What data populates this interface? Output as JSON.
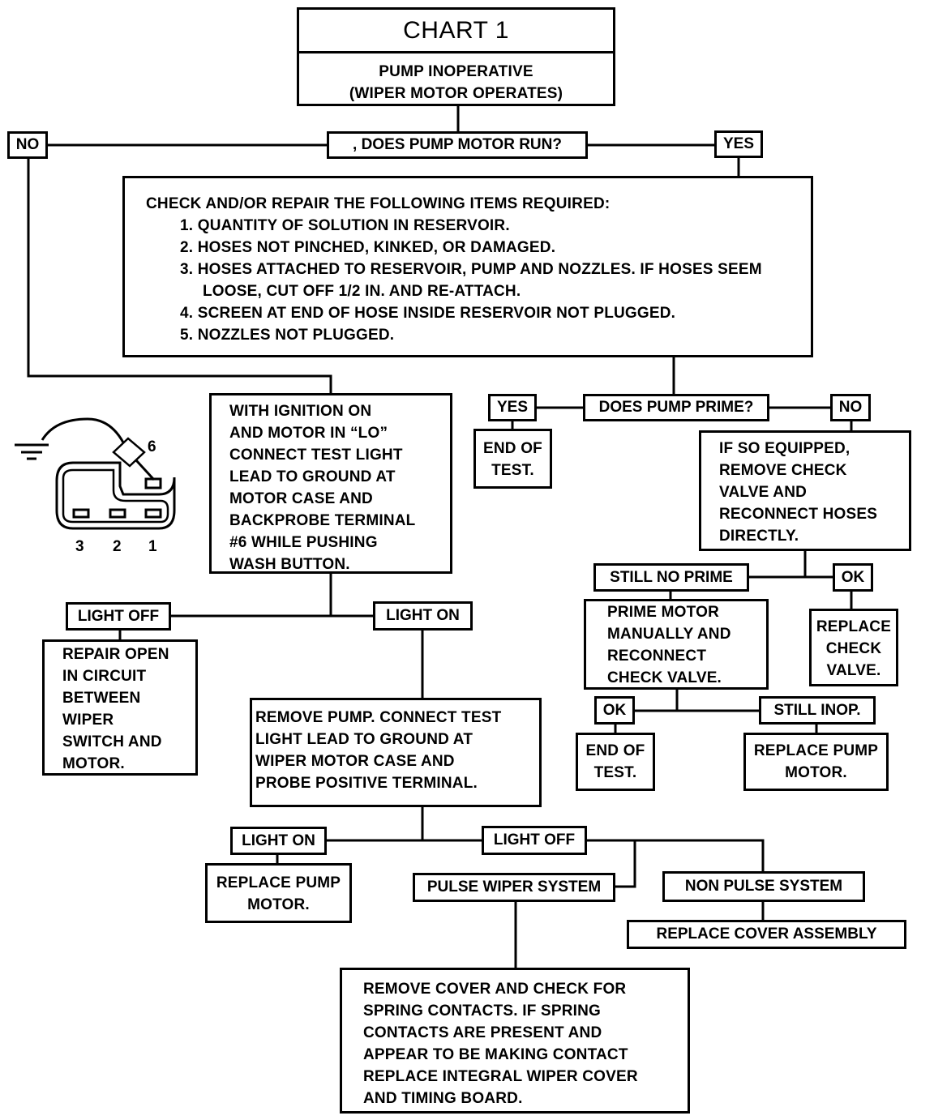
{
  "title": {
    "chart": "CHART 1",
    "line1": "PUMP INOPERATIVE",
    "line2": "(WIPER MOTOR OPERATES)"
  },
  "q1": {
    "question": ", DOES PUMP MOTOR RUN?",
    "no": "NO",
    "yes": "YES"
  },
  "check": {
    "heading": "CHECK AND/OR REPAIR THE FOLLOWING ITEMS REQUIRED:",
    "items": [
      "1. QUANTITY OF SOLUTION IN RESERVOIR.",
      "2. HOSES NOT PINCHED, KINKED, OR DAMAGED.",
      "3. HOSES ATTACHED TO RESERVOIR, PUMP AND NOZZLES. IF HOSES SEEM LOOSE, CUT OFF 1/2 IN. AND RE-ATTACH.",
      "4. SCREEN AT END OF HOSE INSIDE RESERVOIR NOT PLUGGED.",
      "5. NOZZLES NOT PLUGGED."
    ]
  },
  "ignition": {
    "lines": [
      "WITH IGNITION ON",
      "AND MOTOR IN “LO”",
      "CONNECT TEST LIGHT",
      "LEAD TO GROUND AT",
      "MOTOR CASE AND",
      "BACKPROBE TERMINAL",
      "#6 WHILE PUSHING",
      "WASH BUTTON."
    ]
  },
  "connector": {
    "top_terminal": "6",
    "bottom_terminals": [
      "3",
      "2",
      "1"
    ]
  },
  "q2": {
    "question": "DOES PUMP PRIME?",
    "yes": "YES",
    "no": "NO",
    "end_lines": [
      "END OF",
      "TEST."
    ]
  },
  "check_valve": {
    "lines": [
      "IF SO EQUIPPED,",
      "REMOVE CHECK",
      "VALVE AND",
      "RECONNECT HOSES",
      "DIRECTLY."
    ],
    "still_no_prime": "STILL NO PRIME",
    "ok": "OK",
    "replace_valve_lines": [
      "REPLACE",
      "CHECK",
      "VALVE."
    ]
  },
  "prime": {
    "lines": [
      "PRIME MOTOR",
      "MANUALLY AND",
      "RECONNECT",
      "CHECK VALVE."
    ],
    "ok": "OK",
    "still_inop": "STILL INOP.",
    "end_lines": [
      "END OF",
      "TEST."
    ],
    "replace_lines": [
      "REPLACE PUMP",
      "MOTOR."
    ]
  },
  "light_test": {
    "off": "LIGHT OFF",
    "on": "LIGHT ON",
    "repair_lines": [
      "REPAIR OPEN",
      "IN CIRCUIT",
      "BETWEEN",
      "WIPER",
      "SWITCH AND",
      "MOTOR."
    ]
  },
  "remove_pump": {
    "lines": [
      "REMOVE PUMP. CONNECT TEST",
      "LIGHT LEAD TO GROUND AT",
      "WIPER MOTOR CASE AND",
      "PROBE POSITIVE TERMINAL."
    ],
    "on": "LIGHT ON",
    "off": "LIGHT OFF",
    "replace_lines": [
      "REPLACE PUMP",
      "MOTOR."
    ]
  },
  "systems": {
    "pulse": "PULSE WIPER SYSTEM",
    "non_pulse": "NON PULSE SYSTEM",
    "replace_cover": "REPLACE COVER ASSEMBLY"
  },
  "spring": {
    "lines": [
      "REMOVE COVER AND CHECK FOR",
      "SPRING CONTACTS. IF SPRING",
      "CONTACTS ARE PRESENT AND",
      "APPEAR TO BE MAKING CONTACT",
      "REPLACE INTEGRAL WIPER COVER",
      "AND TIMING BOARD."
    ]
  }
}
